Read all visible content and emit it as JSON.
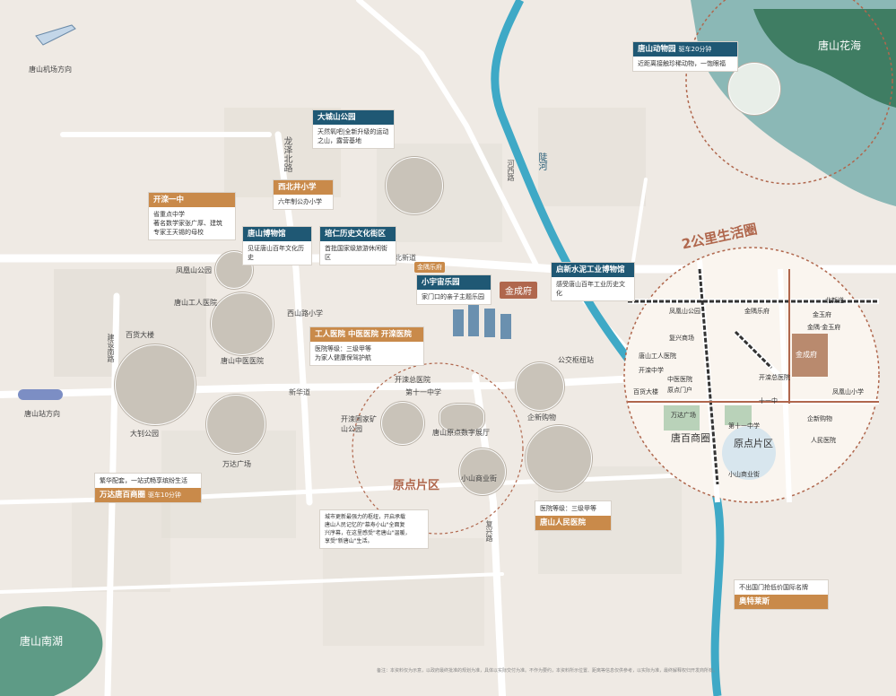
{
  "places": {
    "airport": "唐山机场方向",
    "huahai": "唐山花海",
    "nanhu": "唐山南湖",
    "station": "唐山站方向",
    "river": "陡河",
    "river_road": "河西路",
    "fenghuang": "凤凰山公园",
    "gongren": "唐山工人医院",
    "zhongyi": "唐山中医医院",
    "baihuo": "百货大楼",
    "dazhao": "大钊公园",
    "wanda": "万达广场",
    "xishan": "西山路小学",
    "kaiyuan": "开滦国家矿山公园",
    "yuandian_hall": "唐山原点数字展厅",
    "xiaoshan": "小山商业街",
    "qiye": "企新购物",
    "gongjiao": "公交枢纽站",
    "shiyizhong": "第十一中学",
    "kailuan_hosp": "开滦总医院",
    "jinyu": "金隅乐府",
    "project": "金成府"
  },
  "roads": {
    "longze": "龙泽北路",
    "beixin": "北新道",
    "jianshe": "建设南路",
    "xinhua": "新华道",
    "fuxing": "复兴路"
  },
  "cards": {
    "zoo": {
      "title": "唐山动物园",
      "sub": "驱车20分钟",
      "body": "近距离接触珍稀动物，一饱眼福"
    },
    "dacheng": {
      "title": "大城山公园",
      "body": "天然氧吧|全新升级的运动\n之山，露营基地"
    },
    "kailuan1": {
      "title": "开滦一中",
      "body": "省重点中学\n著名数学家张广厚、建筑\n专家王天锡的母校"
    },
    "xibeijing": {
      "title": "西北井小学",
      "body": "六年制公办小学"
    },
    "museum": {
      "title": "唐山博物馆",
      "body": "见证唐山百年文化历史"
    },
    "peiren": {
      "title": "培仁历史文化街区",
      "body": "首批国家级旅游休闲街区"
    },
    "qixin": {
      "title": "启新水泥工业博物馆",
      "body": "感受唐山百年工业历史文化"
    },
    "yuzhou": {
      "title": "小宇宙乐园",
      "body": "家门口的亲子主题乐园"
    },
    "hospitals": {
      "title": "工人医院 中医医院 开滦医院",
      "body": "医院等级：三级甲等\n为家人健康保驾护航"
    },
    "wanda_card": {
      "title": "万达唐百商圈",
      "sub": "驱车10分钟",
      "body": "繁华配套，一站式畅享缤纷生活"
    },
    "people": {
      "title": "唐山人民医院",
      "body": "医院等级：三级甲等"
    },
    "outlets": {
      "title": "奥特莱斯",
      "body": "不出国门抢低价国际名牌"
    },
    "yuandian_note": {
      "body": "城市更新最强力的枢纽，开启承载\n唐山人民记忆的\"慕寿小山\"全面复\n兴序幕，在这里感受\"老唐山\"温暖，\n享受\"新唐山\"生活。"
    }
  },
  "area": {
    "yuandian": "原点片区",
    "life_circle": "2公里生活圈"
  },
  "inset": {
    "road": "北新道",
    "labels": [
      "凤凰山公园",
      "金隅乐府",
      "金隅·金玉府",
      "唐山工人医院",
      "中医医院",
      "开滦总医院",
      "百货大楼",
      "万达广场",
      "十一中",
      "企新购物",
      "人民医院",
      "小山商业街",
      "第十一中学",
      "凤凰山小学",
      "开滦中学",
      "原点门户",
      "复兴商场",
      "金玉府"
    ],
    "project": "金成府",
    "zone_tangbai": "唐百商圈",
    "zone_yuandian": "原点片区"
  },
  "footer": "备注：本资料仅为示意，以政府最终批准的规划为准，具体以实际交付为准。不作为要约，本资料所示位置、距离等信息仅供参考，以实际为准，最终解释权归开发商所有。",
  "colors": {
    "river": "#3fa9c6",
    "accent": "#b0674d",
    "card_blue": "#1f5874",
    "card_orange": "#c98a4a"
  }
}
